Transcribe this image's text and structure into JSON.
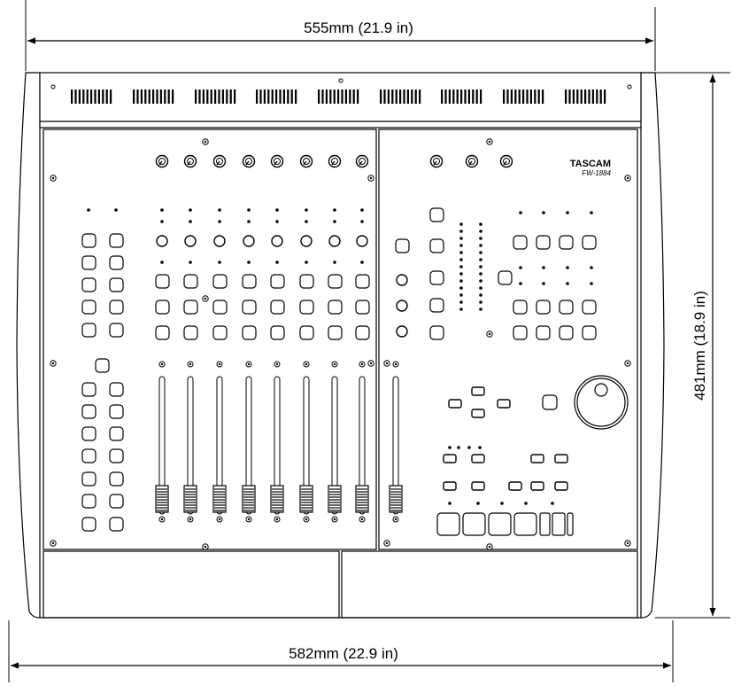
{
  "dimensions": {
    "top_width": "555mm (21.9 in)",
    "bottom_width": "582mm (22.9 in)",
    "height": "481mm (18.9 in)"
  },
  "brand": {
    "name": "TASCAM",
    "model": "FW-1884"
  },
  "colors": {
    "line": "#000000",
    "panel": "#ffffff"
  }
}
